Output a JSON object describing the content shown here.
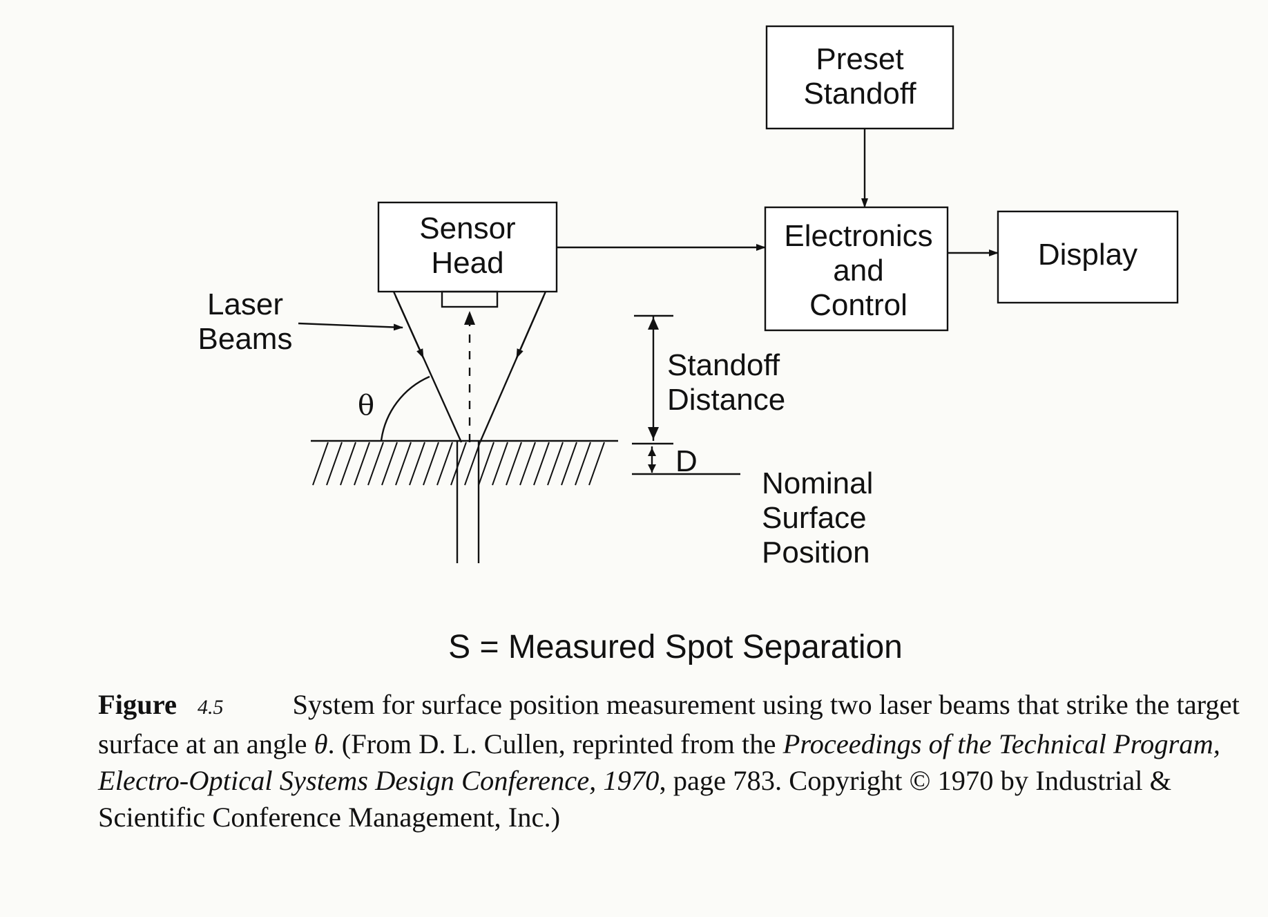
{
  "diagram": {
    "preset_line1": "Preset",
    "preset_line2": "Standoff",
    "sensor_line1": "Sensor",
    "sensor_line2": "Head",
    "electronics_line1": "Electronics",
    "electronics_line2": "and",
    "electronics_line3": "Control",
    "display": "Display",
    "laser_line1": "Laser",
    "laser_line2": "Beams",
    "theta": "θ",
    "standoff_line1": "Standoff",
    "standoff_line2": "Distance",
    "d_label": "D",
    "nominal_line1": "Nominal",
    "nominal_line2": "Surface",
    "nominal_line3": "Position",
    "separation": "S = Measured Spot Separation"
  },
  "caption": {
    "label": "Figure",
    "number": "4.5",
    "part1": "System for surface position measurement using two laser beams that strike the target surface at an angle ",
    "theta": "θ",
    "part2": ". (From D. L. Cullen, reprinted from the ",
    "italic1": "Proceedings of the Technical Program, Electro-Optical Systems Design Conference, 1970",
    "part3": ", page 783. Copyright © 1970 by Industrial & Scientific Conference Management, Inc.)"
  }
}
